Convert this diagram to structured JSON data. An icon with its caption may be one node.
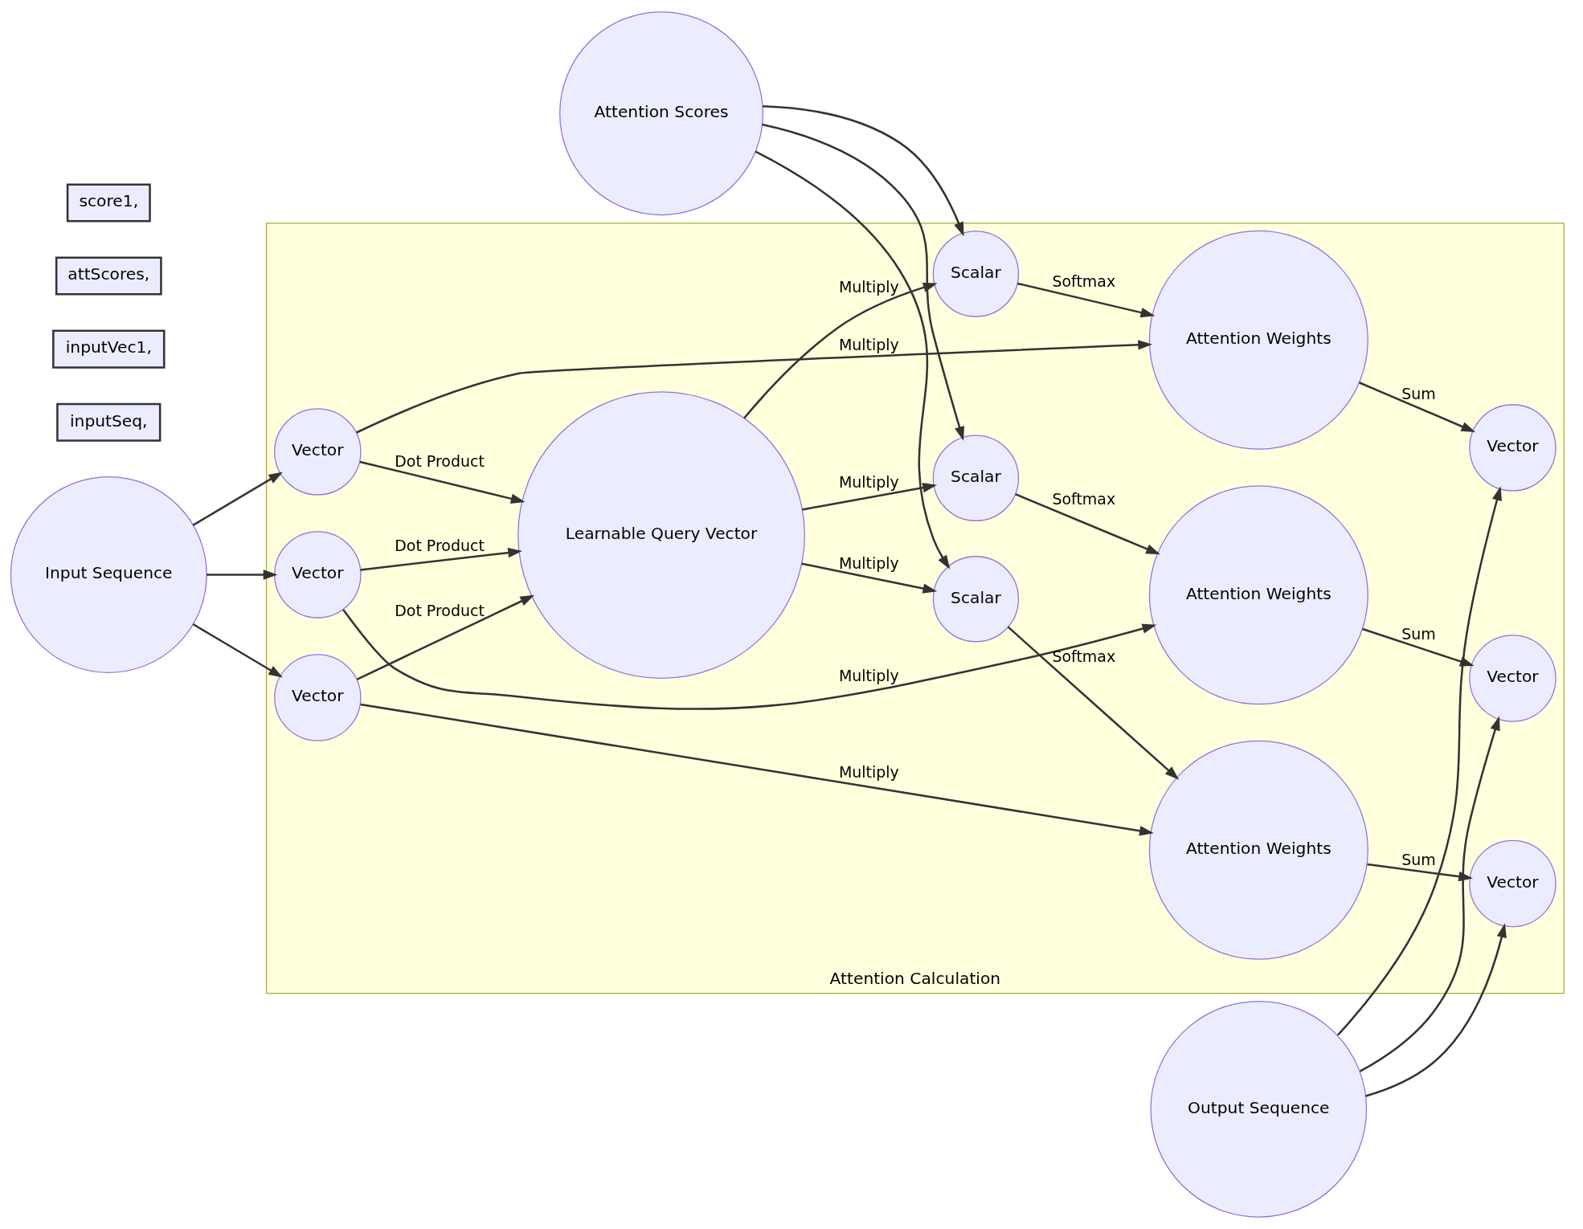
{
  "diagram": {
    "nodes": [
      {
        "text": [
          "Attention Scores"
        ]
      },
      {
        "text": [
          "Output Sequence"
        ]
      },
      {
        "text": [
          "Attention Calculation"
        ]
      },
      {
        "text": [
          "Scalar"
        ],
        "in": 2
      },
      {
        "text": [
          "Attention Weights"
        ],
        "in": 2
      },
      {
        "text": [
          "Vector"
        ],
        "in": 2
      },
      {
        "text": [
          "Vector"
        ],
        "in": 2
      },
      {
        "text": [
          "Learnable Query Vector"
        ],
        "in": 2
      },
      {
        "text": [
          "Scalar"
        ],
        "in": 2
      },
      {
        "text": [
          "Input Sequence"
        ]
      },
      {
        "text": [
          "Vector"
        ],
        "in": 2
      },
      {
        "text": [
          "Attention Weights"
        ],
        "in": 2
      },
      {
        "text": [
          "Vector"
        ],
        "in": 2
      },
      {
        "text": [
          "Vector"
        ],
        "in": 2
      },
      {
        "text": [
          "Scalar"
        ],
        "in": 2
      },
      {
        "text": [
          "Attention Weights"
        ],
        "in": 2
      },
      {
        "text": [
          "Vector"
        ],
        "in": 2
      },
      {
        "text": [
          "inputSeq,"
        ]
      },
      {
        "text": [
          "inputVec1,"
        ]
      },
      {
        "text": [
          "attScores,"
        ]
      },
      {
        "text": [
          "score1,"
        ]
      }
    ],
    "edges": [
      {
        "from": 9,
        "to": 6,
        "arrow": "to"
      },
      {
        "from": 9,
        "to": 12,
        "arrow": "to"
      },
      {
        "from": 9,
        "to": 13,
        "arrow": "to"
      },
      {
        "from": 6,
        "to": 7,
        "arrow": "to",
        "label": "Dot Product"
      },
      {
        "from": 12,
        "to": 7,
        "arrow": "to",
        "label": "Dot Product"
      },
      {
        "from": 13,
        "to": 7,
        "arrow": "to",
        "label": "Dot Product"
      },
      {
        "from": 7,
        "to": 3,
        "arrow": "to",
        "label": "Multiply"
      },
      {
        "from": 7,
        "to": 8,
        "arrow": "to",
        "label": "Multiply"
      },
      {
        "from": 7,
        "to": 14,
        "arrow": "to",
        "label": "Multiply"
      },
      {
        "from": 0,
        "to": 3,
        "arrow": "to"
      },
      {
        "from": 0,
        "to": 8,
        "arrow": "to"
      },
      {
        "from": 0,
        "to": 14,
        "arrow": "to"
      },
      {
        "from": 3,
        "to": 4,
        "arrow": "to",
        "label": "Softmax"
      },
      {
        "from": 8,
        "to": 11,
        "arrow": "to",
        "label": "Softmax"
      },
      {
        "from": 14,
        "to": 15,
        "arrow": "to",
        "label": "Softmax"
      },
      {
        "from": 6,
        "to": 4,
        "arrow": "to",
        "label": "Multiply"
      },
      {
        "from": 12,
        "to": 11,
        "arrow": "to",
        "label": "Multiply"
      },
      {
        "from": 13,
        "to": 15,
        "arrow": "to",
        "label": "Multiply"
      },
      {
        "from": 4,
        "to": 5,
        "arrow": "to",
        "label": "Sum"
      },
      {
        "from": 11,
        "to": 10,
        "arrow": "to",
        "label": "Sum"
      },
      {
        "from": 15,
        "to": 16,
        "arrow": "to",
        "label": "Sum"
      },
      {
        "from": 1,
        "to": 5,
        "arrow": "to"
      },
      {
        "from": 1,
        "to": 10,
        "arrow": "to"
      },
      {
        "from": 1,
        "to": 16,
        "arrow": "to"
      }
    ]
  }
}
